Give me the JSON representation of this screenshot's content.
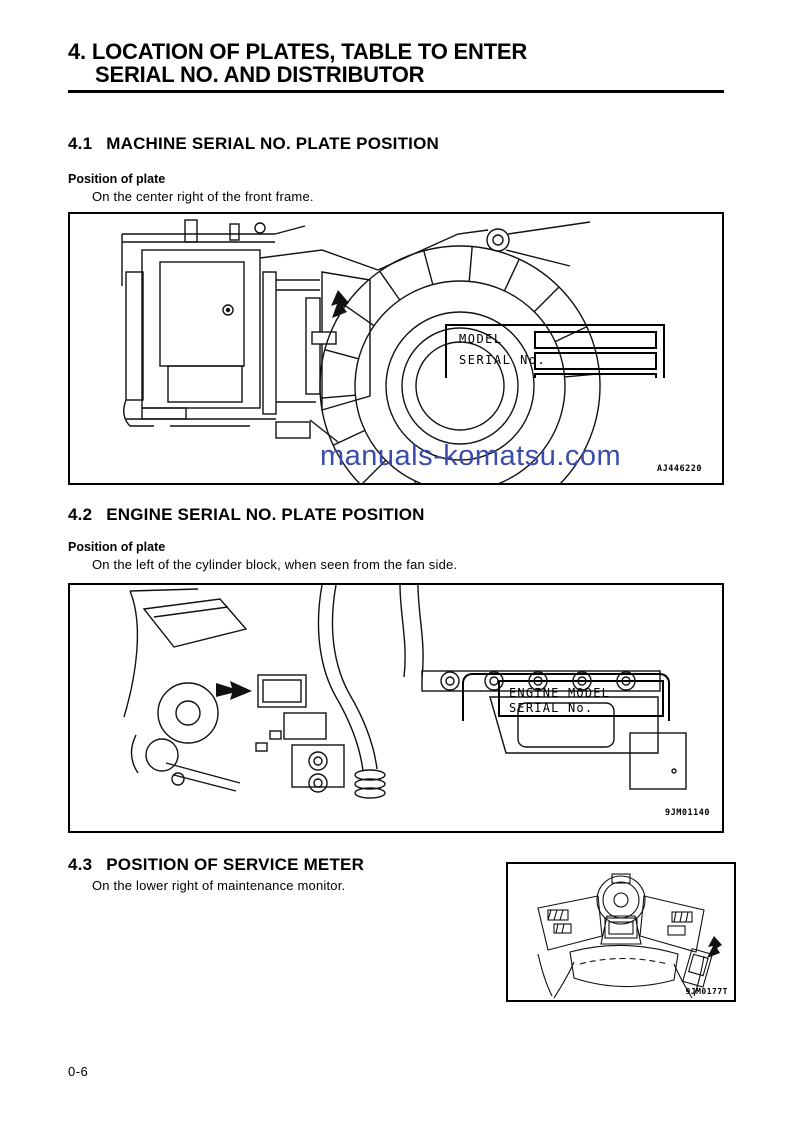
{
  "page": {
    "title_line1": "4. LOCATION OF PLATES, TABLE TO ENTER",
    "title_line2": "SERIAL NO. AND DISTRIBUTOR",
    "page_number": "0-6"
  },
  "section1": {
    "number": "4.1",
    "title": "MACHINE SERIAL NO. PLATE POSITION",
    "subheading": "Position of plate",
    "body": "On the center right of the front frame.",
    "figure": {
      "code": "AJ446220",
      "watermark": "manuals-komatsu.com",
      "watermark_color": "#3a4dac",
      "plate": {
        "row1_label": "MODEL",
        "row2_label": "SERIAL No."
      }
    }
  },
  "section2": {
    "number": "4.2",
    "title": "ENGINE SERIAL NO. PLATE POSITION",
    "subheading": "Position of plate",
    "body": "On the left of the cylinder block, when seen from the fan side.",
    "figure": {
      "code": "9JM01140",
      "plate": {
        "row1_label": "ENGINE MODEL",
        "row2_label": "SERIAL No."
      }
    }
  },
  "section3": {
    "number": "4.3",
    "title": "POSITION OF SERVICE METER",
    "body": "On the lower right of maintenance monitor.",
    "figure": {
      "code": "9JM0177T"
    }
  }
}
